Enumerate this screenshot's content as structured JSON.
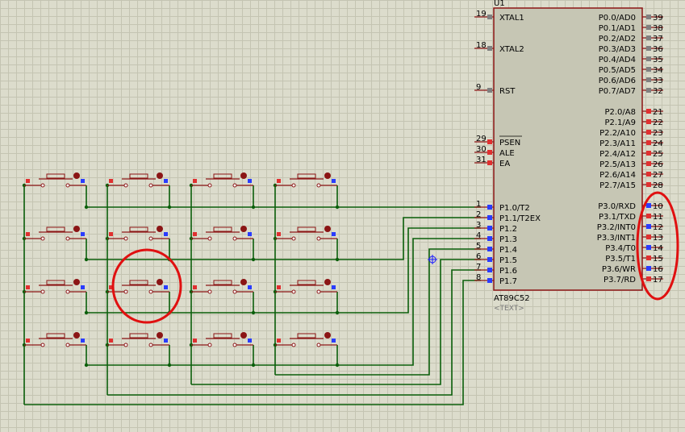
{
  "chip": {
    "reference": "U1",
    "part": "AT89C52",
    "text_placeholder": "<TEXT>",
    "left_pins": [
      {
        "num": "19",
        "label": "XTAL1"
      },
      {
        "num": "18",
        "label": "XTAL2"
      },
      {
        "num": "9",
        "label": "RST"
      },
      {
        "num": "29",
        "label": "PSEN"
      },
      {
        "num": "30",
        "label": "ALE"
      },
      {
        "num": "31",
        "label": "EA"
      },
      {
        "num": "1",
        "label": "P1.0/T2"
      },
      {
        "num": "2",
        "label": "P1.1/T2EX"
      },
      {
        "num": "3",
        "label": "P1.2"
      },
      {
        "num": "4",
        "label": "P1.3"
      },
      {
        "num": "5",
        "label": "P1.4"
      },
      {
        "num": "6",
        "label": "P1.5"
      },
      {
        "num": "7",
        "label": "P1.6"
      },
      {
        "num": "8",
        "label": "P1.7"
      }
    ],
    "right_pins": [
      {
        "num": "39",
        "label": "P0.0/AD0"
      },
      {
        "num": "38",
        "label": "P0.1/AD1"
      },
      {
        "num": "37",
        "label": "P0.2/AD2"
      },
      {
        "num": "36",
        "label": "P0.3/AD3"
      },
      {
        "num": "35",
        "label": "P0.4/AD4"
      },
      {
        "num": "34",
        "label": "P0.5/AD5"
      },
      {
        "num": "33",
        "label": "P0.6/AD6"
      },
      {
        "num": "32",
        "label": "P0.7/AD7"
      },
      {
        "num": "21",
        "label": "P2.0/A8"
      },
      {
        "num": "22",
        "label": "P2.1/A9"
      },
      {
        "num": "23",
        "label": "P2.2/A10"
      },
      {
        "num": "24",
        "label": "P2.3/A11"
      },
      {
        "num": "25",
        "label": "P2.4/A12"
      },
      {
        "num": "26",
        "label": "P2.5/A13"
      },
      {
        "num": "27",
        "label": "P2.6/A14"
      },
      {
        "num": "28",
        "label": "P2.7/A15"
      },
      {
        "num": "10",
        "label": "P3.0/RXD"
      },
      {
        "num": "11",
        "label": "P3.1/TXD"
      },
      {
        "num": "12",
        "label": "P3.2/INT0"
      },
      {
        "num": "13",
        "label": "P3.3/INT1"
      },
      {
        "num": "14",
        "label": "P3.4/T0"
      },
      {
        "num": "15",
        "label": "P3.5/T1"
      },
      {
        "num": "16",
        "label": "P3.6/WR"
      },
      {
        "num": "17",
        "label": "P3.7/RD"
      }
    ]
  },
  "keypad": {
    "rows": 4,
    "cols": 4
  },
  "highlights": [
    {
      "name": "highlighted-button"
    },
    {
      "name": "highlighted-p3-pins"
    }
  ],
  "colors": {
    "grid_bg": "#dcdccc",
    "wire": "#0b5f0b",
    "chip_body": "#c6c6b4",
    "chip_outline": "#8b1515",
    "pin": "#8b1515",
    "highlight": "#e01010",
    "pin_blue": "#2a3cff",
    "pin_red": "#e03030",
    "pin_gray": "#808080"
  }
}
